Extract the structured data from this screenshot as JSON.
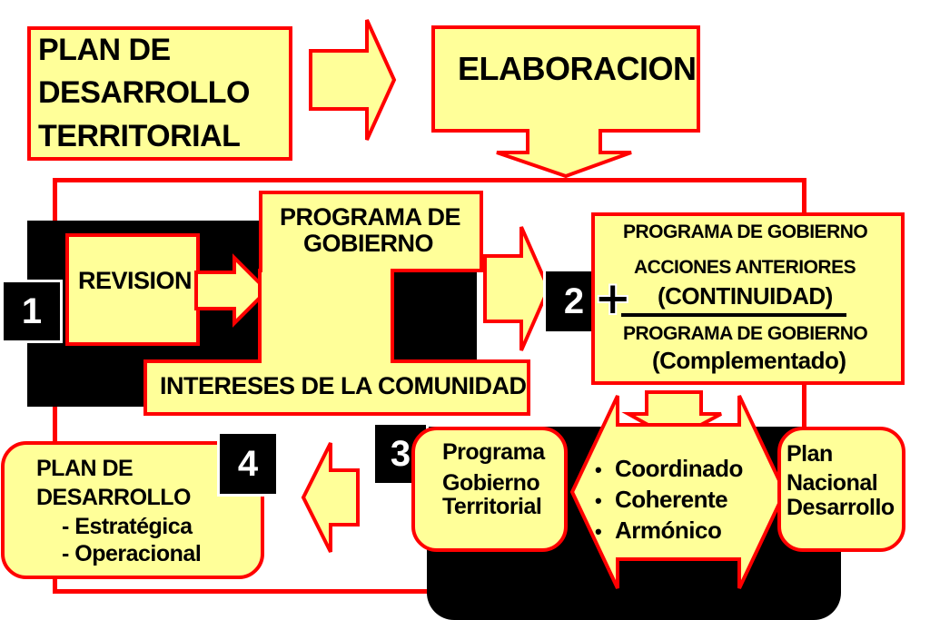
{
  "colors": {
    "fill": "#ffff99",
    "stroke": "#ff0000",
    "shadow": "#000000"
  },
  "top": {
    "plan_lines": [
      "PLAN DE",
      "DESARROLLO",
      "TERRITORIAL"
    ],
    "elaboracion": "ELABORACION"
  },
  "step1": {
    "number": "1",
    "revision": "REVISION",
    "programa_lines": [
      "PROGRAMA DE",
      "GOBIERNO"
    ],
    "intereses": "INTERESES DE LA COMUNIDAD"
  },
  "step2": {
    "number": "2",
    "plus": "+",
    "line1": "PROGRAMA DE GOBIERNO",
    "line2": "ACCIONES ANTERIORES",
    "line3": "(CONTINUIDAD)",
    "line4": "PROGRAMA DE GOBIERNO",
    "line5": "(Complementado)"
  },
  "step3": {
    "number": "3",
    "programa_lines": [
      "Programa",
      "Gobierno",
      "Territorial"
    ],
    "bullets": [
      "Coordinado",
      "Coherente",
      "Armónico"
    ],
    "plan_nacional_lines": [
      "Plan",
      "Nacional",
      "Desarrollo"
    ]
  },
  "step4": {
    "number": "4",
    "plan_lines": [
      "PLAN DE",
      "DESARROLLO"
    ],
    "sub_items": [
      "- Estratégica",
      "- Operacional"
    ]
  }
}
